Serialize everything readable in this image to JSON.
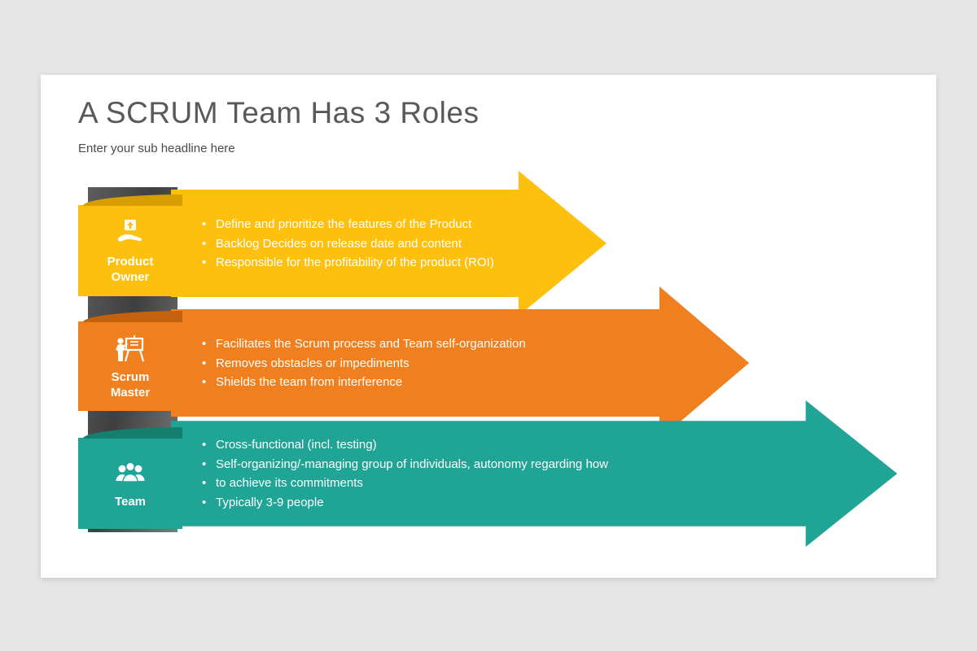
{
  "slide": {
    "title": "A SCRUM Team Has 3 Roles",
    "subtitle": "Enter your sub headline here"
  },
  "colors": {
    "product_owner": "#fdc00f",
    "scrum_master": "#f0801f",
    "team": "#1fa496",
    "bar": "#4a4a4a",
    "title_text": "#595959",
    "bullet_text": "#ffffff"
  },
  "roles": [
    {
      "name": "Product Owner",
      "icon": "hand-holding-box-icon",
      "bullets": [
        "Define and prioritize the features of the Product",
        "Backlog Decides on release date and content",
        "Responsible for the profitability of the product (ROI)"
      ]
    },
    {
      "name": "Scrum Master",
      "icon": "presenter-flipchart-icon",
      "bullets": [
        "Facilitates the Scrum process and Team self-organization",
        "Removes obstacles or impediments",
        "Shields the team from interference"
      ]
    },
    {
      "name": "Team",
      "icon": "people-group-icon",
      "bullets": [
        "Cross-functional (incl. testing)",
        "Self-organizing/-managing group of individuals, autonomy regarding how",
        "to achieve its commitments",
        "Typically 3-9 people"
      ]
    }
  ]
}
